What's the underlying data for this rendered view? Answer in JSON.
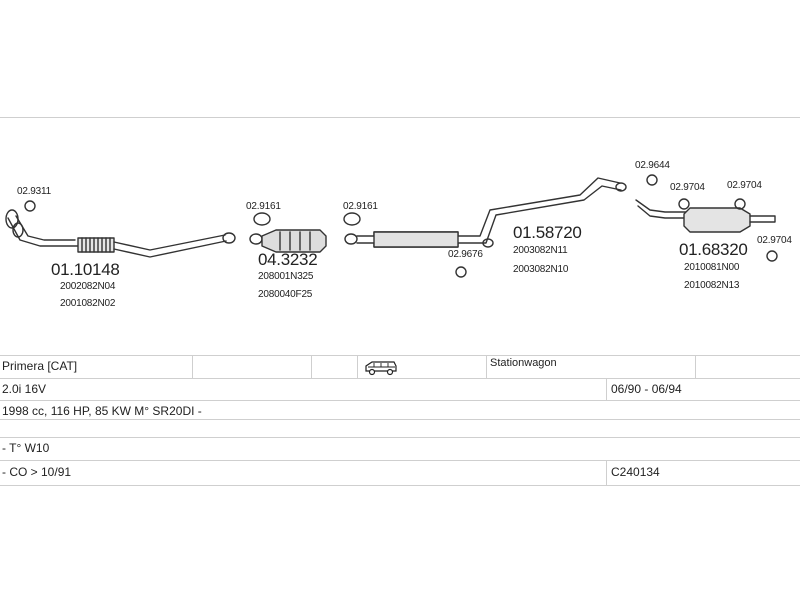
{
  "parts": {
    "ring_1": "02.9311",
    "pipe_1_num": "01.10148",
    "pipe_1_codes": [
      "2002082N04",
      "2001082N02"
    ],
    "gasket_2": "02.9161",
    "cat_num": "04.3232",
    "cat_codes": [
      "208001N325",
      "2080040F25"
    ],
    "gasket_3": "02.9161",
    "hanger_mid": "02.9676",
    "mid_num": "01.58720",
    "mid_codes": [
      "2003082N11",
      "2003082N10"
    ],
    "ring_rear": "02.9644",
    "hanger_r1": "02.9704",
    "hanger_r2": "02.9704",
    "hanger_r3": "02.9704",
    "rear_num": "01.68320",
    "rear_codes": [
      "2010081N00",
      "2010082N13"
    ]
  },
  "table": {
    "model": "Primera  [CAT]",
    "body_type": "Stationwagon",
    "engine": "2.0i 16V",
    "years": "06/90 - 06/94",
    "specs": "1998 cc, 116 HP, 85 KW M° SR20DI -",
    "row4": "- T° W10",
    "row5": "- CO > 10/91",
    "code": "C240134"
  },
  "icons": {
    "vehicle": "station-wagon-icon"
  }
}
